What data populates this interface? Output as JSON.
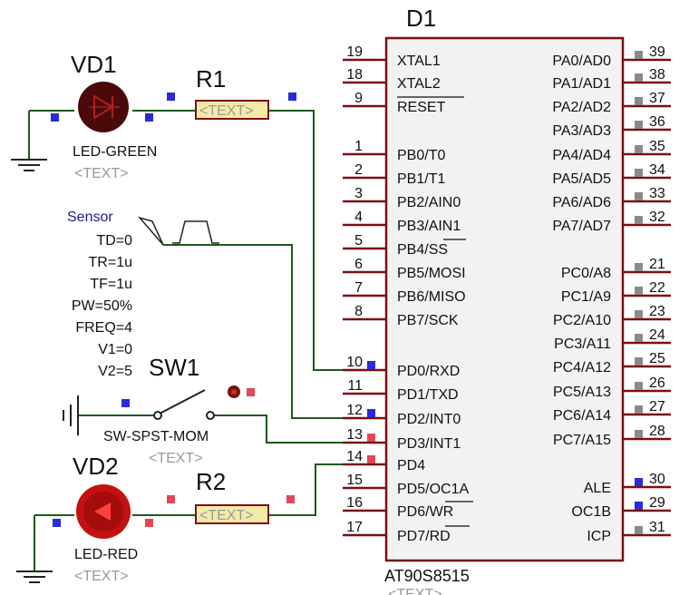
{
  "chip": {
    "name": "D1",
    "part": "AT90S8515",
    "text": "<TEXT>",
    "left_pins": [
      {
        "num": "19",
        "label": "XTAL1",
        "overline": false,
        "marker": "none"
      },
      {
        "num": "18",
        "label": "XTAL2",
        "overline": false,
        "marker": "none"
      },
      {
        "num": "9",
        "label": "RESET",
        "overline": true,
        "marker": "none"
      },
      {
        "num": "1",
        "label": "PB0/T0",
        "marker": "none"
      },
      {
        "num": "2",
        "label": "PB1/T1",
        "marker": "none"
      },
      {
        "num": "3",
        "label": "PB2/AIN0",
        "marker": "none"
      },
      {
        "num": "4",
        "label": "PB3/AIN1",
        "marker": "none"
      },
      {
        "num": "5",
        "label": "PB4/SS",
        "marker": "none"
      },
      {
        "num": "6",
        "label": "PB5/MOSI",
        "marker": "none"
      },
      {
        "num": "7",
        "label": "PB6/MISO",
        "marker": "none"
      },
      {
        "num": "8",
        "label": "PB7/SCK",
        "marker": "none"
      },
      {
        "num": "10",
        "label": "PD0/RXD",
        "marker": "blue"
      },
      {
        "num": "11",
        "label": "PD1/TXD",
        "marker": "none"
      },
      {
        "num": "12",
        "label": "PD2/INT0",
        "marker": "blue"
      },
      {
        "num": "13",
        "label": "PD3/INT1",
        "marker": "red"
      },
      {
        "num": "14",
        "label": "PD4",
        "marker": "red"
      },
      {
        "num": "15",
        "label": "PD5/OC1A",
        "marker": "none"
      },
      {
        "num": "16",
        "label": "PD6/WR",
        "marker": "none"
      },
      {
        "num": "17",
        "label": "PD7/RD",
        "marker": "none"
      }
    ],
    "right_pins": [
      {
        "num": "39",
        "label": "PA0/AD0",
        "marker": "gray"
      },
      {
        "num": "38",
        "label": "PA1/AD1",
        "marker": "gray"
      },
      {
        "num": "37",
        "label": "PA2/AD2",
        "marker": "gray"
      },
      {
        "num": "36",
        "label": "PA3/AD3",
        "marker": "gray"
      },
      {
        "num": "35",
        "label": "PA4/AD4",
        "marker": "gray"
      },
      {
        "num": "34",
        "label": "PA5/AD5",
        "marker": "gray"
      },
      {
        "num": "33",
        "label": "PA6/AD6",
        "marker": "gray"
      },
      {
        "num": "32",
        "label": "PA7/AD7",
        "marker": "gray"
      },
      {
        "num": "21",
        "label": "PC0/A8",
        "marker": "gray"
      },
      {
        "num": "22",
        "label": "PC1/A9",
        "marker": "gray"
      },
      {
        "num": "23",
        "label": "PC2/A10",
        "marker": "gray"
      },
      {
        "num": "24",
        "label": "PC3/A11",
        "marker": "gray"
      },
      {
        "num": "25",
        "label": "PC4/A12",
        "marker": "gray"
      },
      {
        "num": "26",
        "label": "PC5/A13",
        "marker": "gray"
      },
      {
        "num": "27",
        "label": "PC6/A14",
        "marker": "gray"
      },
      {
        "num": "28",
        "label": "PC7/A15",
        "marker": "gray"
      },
      {
        "num": "30",
        "label": "ALE",
        "marker": "blue"
      },
      {
        "num": "29",
        "label": "OC1B",
        "marker": "blue"
      },
      {
        "num": "31",
        "label": "ICP",
        "marker": "gray"
      }
    ]
  },
  "vd1": {
    "name": "VD1",
    "type": "LED-GREEN",
    "text": "<TEXT>"
  },
  "vd2": {
    "name": "VD2",
    "type": "LED-RED",
    "text": "<TEXT>"
  },
  "r1": {
    "name": "R1",
    "text": "<TEXT>"
  },
  "r2": {
    "name": "R2",
    "text": "<TEXT>"
  },
  "sw1": {
    "name": "SW1",
    "type": "SW-SPST-MOM",
    "text": "<TEXT>"
  },
  "sensor": {
    "name": "Sensor",
    "params": [
      "TD=0",
      "TR=1u",
      "TF=1u",
      "PW=50%",
      "FREQ=4",
      "V1=0",
      "V2=5"
    ]
  },
  "colors": {
    "wire": "#1d5a1d",
    "pin": "#7a0f14",
    "chip_border": "#7a0f14",
    "chip_fill": "#f2f2f2",
    "blue_marker": "#2a2ad8",
    "red_marker": "#e0485a",
    "gray_marker": "#8a8a8a",
    "resistor_fill": "#f4eaa8",
    "led_green": "#4a0a0a",
    "led_red": "#c41010"
  }
}
